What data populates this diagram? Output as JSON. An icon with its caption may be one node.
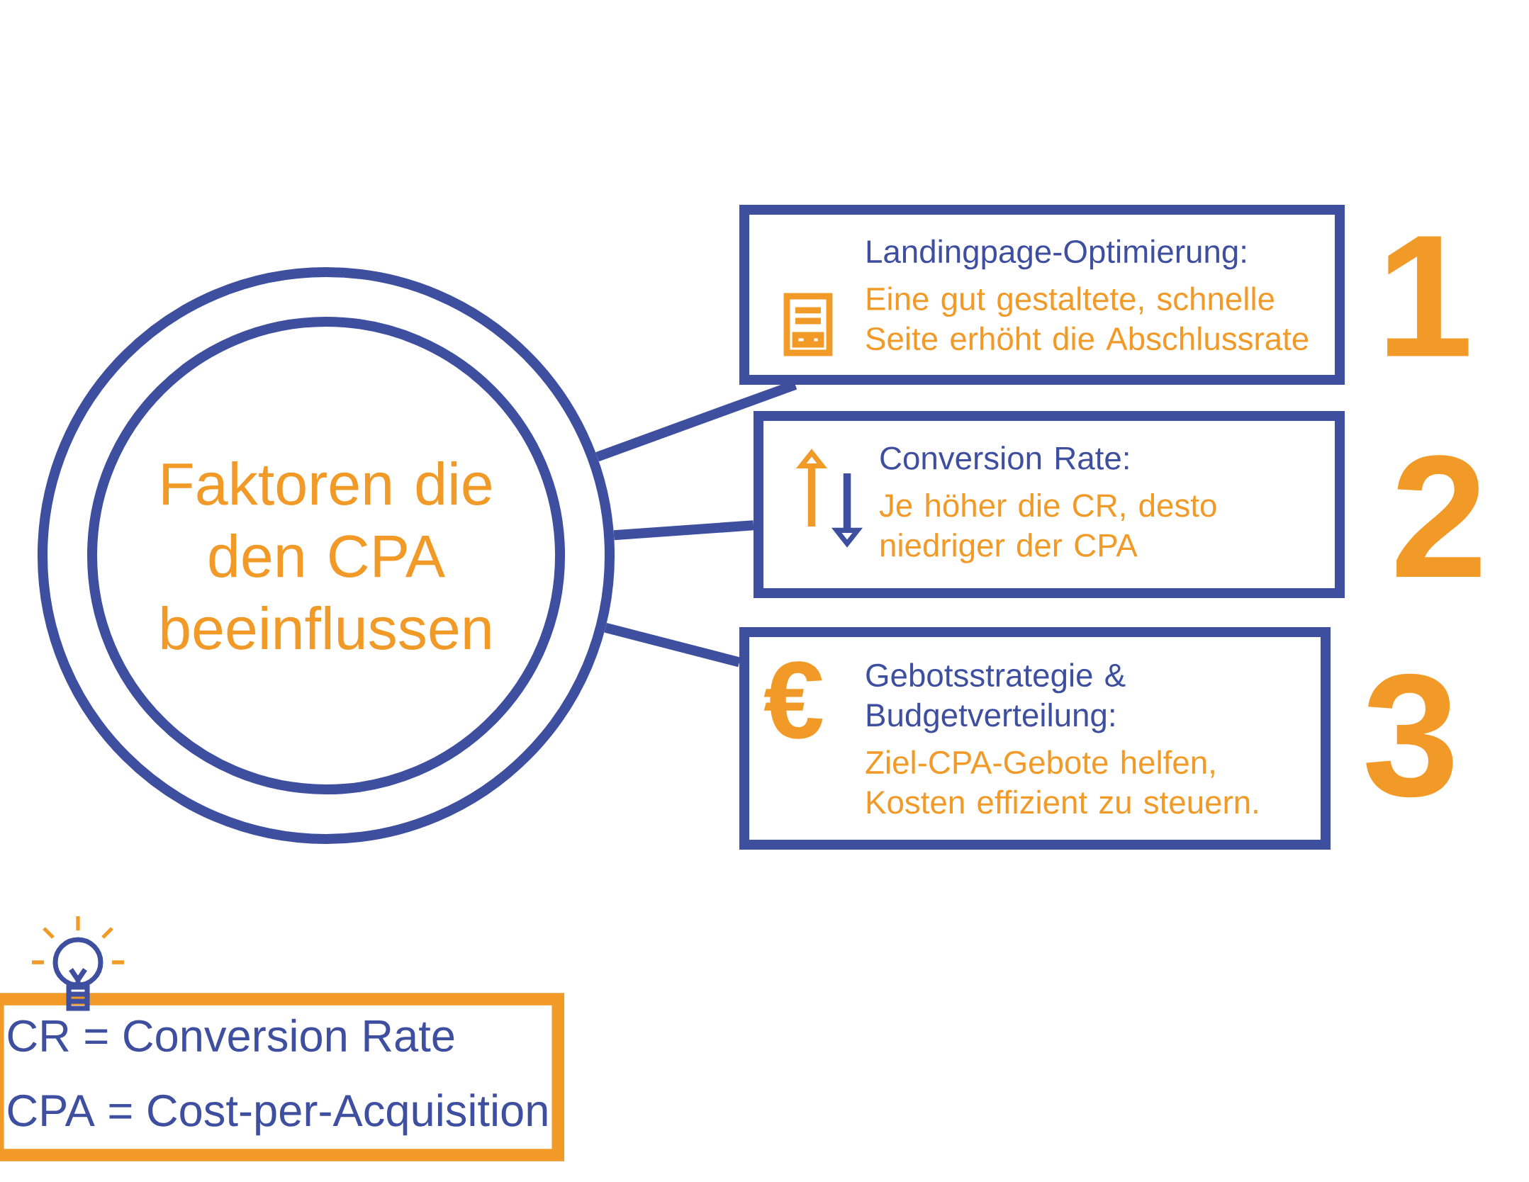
{
  "diagram": {
    "nodes": [
      {
        "text": [
          "Faktoren die den CPA beeinflussen"
        ]
      },
      {
        "text": [
          "Landingpage-Optimierung:",
          "Eine gut gestaltete, schnelle Seite erhöht die Abschlussrate"
        ],
        "beside": [
          "1"
        ]
      },
      {
        "text": [
          "Conversion Rate:",
          "Je höher die CR, desto niedriger der CPA"
        ],
        "beside": [
          "2"
        ]
      },
      {
        "text": [
          "Gebotsstrategie & Budgetverteilung:",
          "Ziel-CPA-Gebote helfen, Kosten effizient zu steuern."
        ],
        "beside": [
          "3"
        ]
      },
      {
        "text": [
          "CR = Conversion Rate",
          "CPA = Cost-per-Acquisition"
        ]
      }
    ],
    "edges": [
      {
        "from": 0,
        "to": 1,
        "arrow": "none"
      },
      {
        "from": 0,
        "to": 2,
        "arrow": "none"
      },
      {
        "from": 0,
        "to": 3,
        "arrow": "none"
      }
    ],
    "labels": [
      "€"
    ]
  }
}
